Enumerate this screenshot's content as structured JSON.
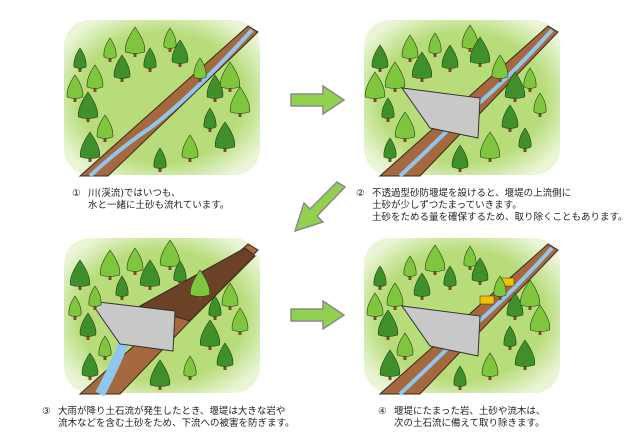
{
  "panels": [
    {
      "id": 1,
      "label": "river-normal",
      "caption": {
        "number": "①",
        "lines": [
          "川(渓流)ではいつも、",
          "水と一緒に土砂も流れています。"
        ]
      }
    },
    {
      "id": 2,
      "label": "dam-built",
      "caption": {
        "number": "②",
        "lines": [
          "不透過型砂防堰堤を設けると、堰堤の上流側に",
          "土砂が少しずつたまっていきます。",
          "土砂をためる量を確保するため、取り除くこともあります。"
        ]
      }
    },
    {
      "id": 3,
      "label": "debris-flow",
      "caption": {
        "number": "③",
        "lines": [
          "大雨が降り土石流が発生したとき、堰堤は大きな岩や",
          "流木などを含む土砂をため、下流への被害を防ぎます。"
        ]
      }
    },
    {
      "id": 4,
      "label": "removal",
      "caption": {
        "number": "④",
        "lines": [
          "堰堤にたまった岩、土砂や流木は、",
          "次の土石流に備えて取り除きます。"
        ]
      }
    }
  ],
  "arrows": [
    {
      "from": 1,
      "to": 2,
      "direction": "right"
    },
    {
      "from": 2,
      "to": 3,
      "direction": "down-left"
    },
    {
      "from": 3,
      "to": 4,
      "direction": "right"
    }
  ],
  "colors": {
    "grass": "#b8dc7a",
    "grass_edge": "#e6f3cf",
    "tree_light": "#7fc63e",
    "tree_dark": "#3f8f2a",
    "trunk": "#7a4a2a",
    "riverbed": "#a5683f",
    "water": "#8fc6ee",
    "dam": "#c8c8c8",
    "arrow_fill": "#92d050",
    "arrow_stroke": "#8a8a8a",
    "text": "#222222"
  }
}
